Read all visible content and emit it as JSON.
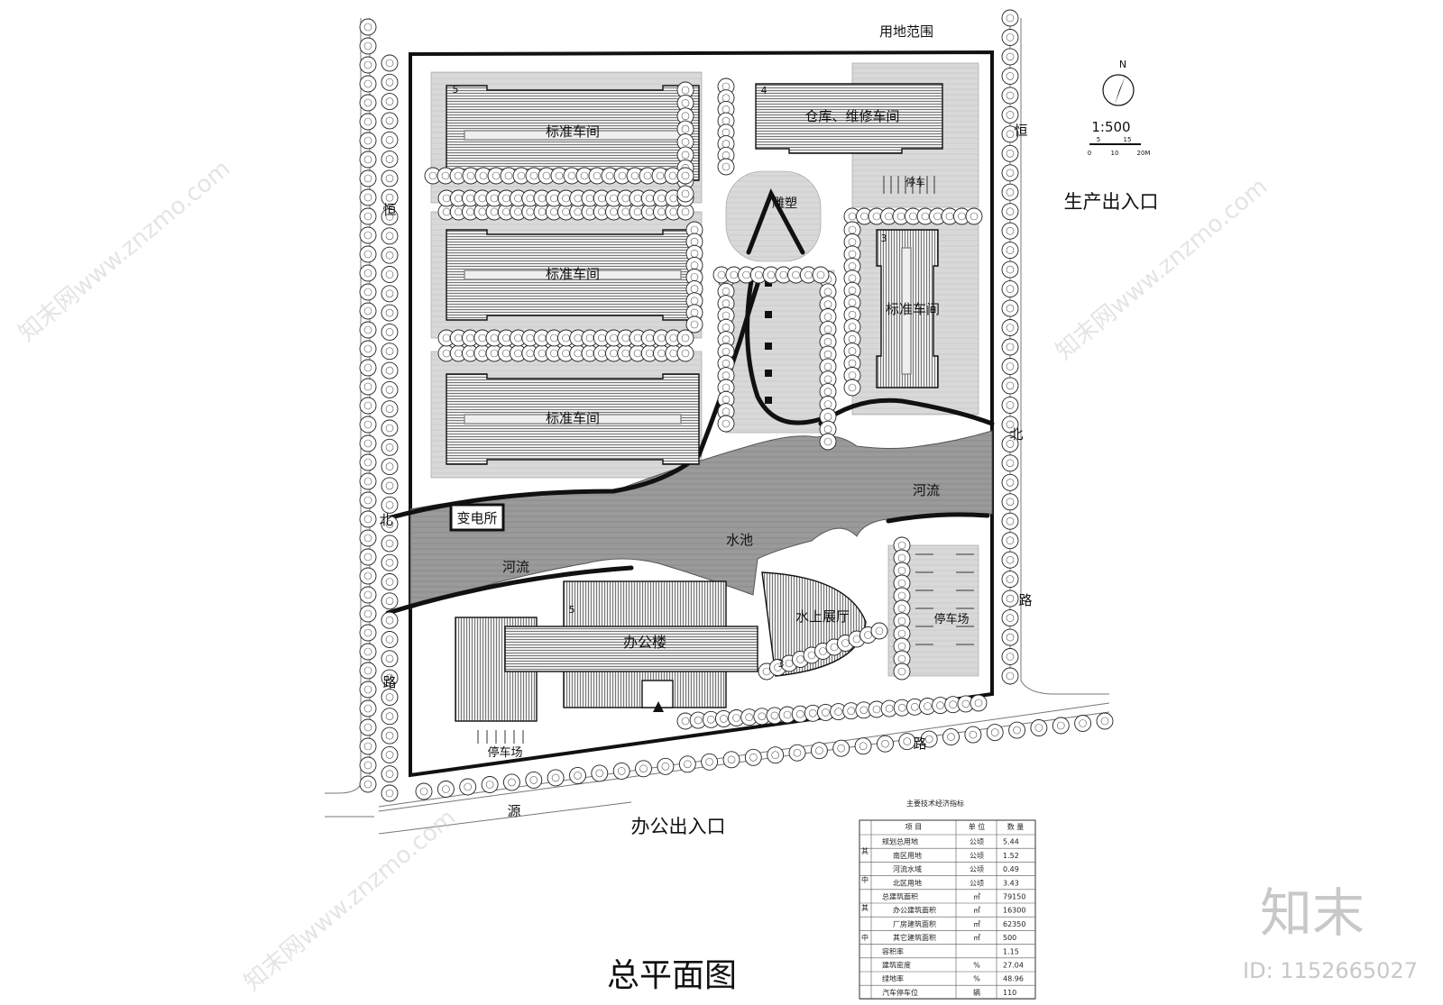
{
  "drawing": {
    "title": "总平面图",
    "site_boundary_label": "用地范围",
    "north_label": "N",
    "scale_text": "1:500",
    "scale_bar_ticks": [
      "0",
      "5",
      "10",
      "15",
      "20M"
    ]
  },
  "buildings": {
    "workshop_1": "标准车间",
    "workshop_2": "标准车间",
    "workshop_3": "标准车间",
    "workshop_east": "标准车间",
    "warehouse": "仓库、维修车间",
    "sculpture": "雕塑",
    "substation": "变电所",
    "office": "办公楼",
    "water_hall": "水上展厅",
    "floor_5a": "5",
    "floor_5b": "5",
    "floor_4": "4",
    "floor_3a": "3",
    "floor_3b": "3"
  },
  "site_labels": {
    "parking_top": "停车",
    "river_east": "河流",
    "river_west": "河流",
    "pool": "水池",
    "parking_east": "停车场",
    "parking_south": "停车场"
  },
  "entrances": {
    "production": "生产出入口",
    "office": "办公出入口"
  },
  "roads": {
    "west_1": "恒",
    "west_2": "北",
    "west_3": "路",
    "east_1": "恒",
    "east_2": "北",
    "east_3": "路",
    "south_1": "源",
    "south_2": "路"
  },
  "indicator_table": {
    "title": "主要技术经济指标",
    "headers": [
      "项  目",
      "单  位",
      "数  量"
    ],
    "side_labels": [
      "其",
      "中",
      "其",
      "中"
    ],
    "rows": [
      {
        "item": "规划总用地",
        "unit": "公顷",
        "value": "5.44"
      },
      {
        "item": "南区用地",
        "unit": "公顷",
        "value": "1.52"
      },
      {
        "item": "河流水域",
        "unit": "公顷",
        "value": "0.49"
      },
      {
        "item": "北区用地",
        "unit": "公顷",
        "value": "3.43"
      },
      {
        "item": "总建筑面积",
        "unit": "㎡",
        "value": "79150"
      },
      {
        "item": "办公建筑面积",
        "unit": "㎡",
        "value": "16300"
      },
      {
        "item": "厂房建筑面积",
        "unit": "㎡",
        "value": "62350"
      },
      {
        "item": "其它建筑面积",
        "unit": "㎡",
        "value": "500"
      },
      {
        "item": "容积率",
        "unit": "",
        "value": "1.15"
      },
      {
        "item": "建筑密度",
        "unit": "%",
        "value": "27.04"
      },
      {
        "item": "绿地率",
        "unit": "%",
        "value": "48.96"
      },
      {
        "item": "汽车停车位",
        "unit": "辆",
        "value": "110"
      }
    ]
  },
  "watermark": {
    "logo": "知末",
    "id_text": "ID: 1152665027",
    "site": "知末网www.znzmo.com"
  },
  "colors": {
    "hatch": "#6f6f6f",
    "paving": "#d6d6d6",
    "line": "#111111"
  }
}
